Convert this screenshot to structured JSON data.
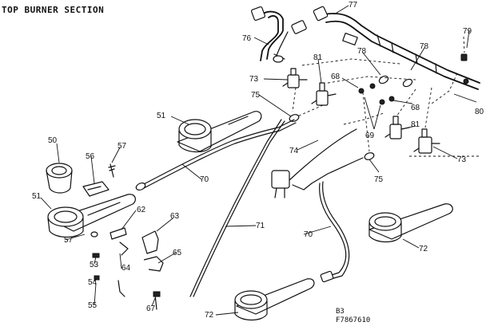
{
  "title": "TOP BURNER SECTION",
  "diagram_code": "B3",
  "diagram_id": "F7867610",
  "part_labels": [
    "77",
    "76",
    "79",
    "78",
    "81",
    "78",
    "73",
    "68",
    "75",
    "80",
    "68",
    "69",
    "51",
    "81",
    "74",
    "50",
    "56",
    "57",
    "73",
    "75",
    "70",
    "51",
    "62",
    "63",
    "71",
    "57",
    "65",
    "53",
    "64",
    "70",
    "72",
    "54",
    "55",
    "67",
    "72"
  ]
}
